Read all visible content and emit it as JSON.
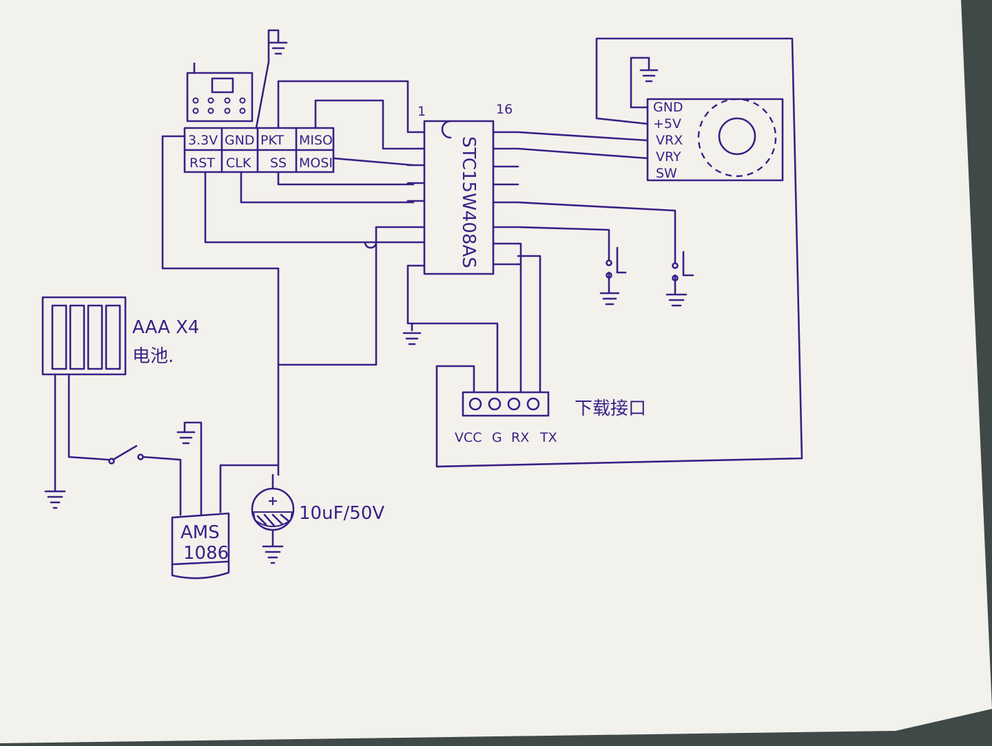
{
  "colors": {
    "ink": "#3a1f86",
    "paper": "#f3f1ec",
    "mat": "#3f4a48"
  },
  "rf_module": {
    "pins_top": [
      "3.3V",
      "GND",
      "PKT",
      "MISO"
    ],
    "pins_bottom": [
      "RST",
      "CLK",
      "SS",
      "MOSI"
    ]
  },
  "mcu": {
    "part": "STC15W408AS",
    "pin1": "1",
    "pin16": "16"
  },
  "joystick": {
    "pins": [
      "GND",
      "+5V",
      "VRX",
      "VRY",
      "SW"
    ]
  },
  "download_port": {
    "label": "下载接口",
    "pins": [
      "VCC",
      "G",
      "RX",
      "TX"
    ]
  },
  "battery": {
    "label_line1": "AAA X4",
    "label_line2": "电池."
  },
  "regulator": {
    "label_line1": "AMS",
    "label_line2": "1086"
  },
  "capacitor": {
    "polarity": "+",
    "label": "10uF/50V"
  }
}
